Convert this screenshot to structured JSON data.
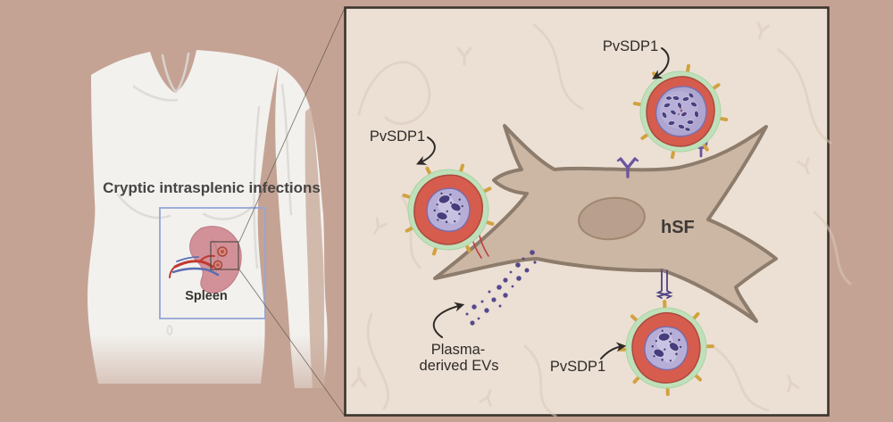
{
  "labels": {
    "title": "Cryptic intrasplenic infections",
    "spleen": "Spleen",
    "hsf_cell": "hSF",
    "pvsdp1_top": "PvSDP1",
    "pvsdp1_left": "PvSDP1",
    "pvsdp1_bottom": "PvSDP1",
    "evs_line1": "Plasma-",
    "evs_line2": "derived EVs"
  },
  "colors": {
    "background": "#c5a394",
    "panel_background": "#ece0d5",
    "panel_border": "#3a342d",
    "fibroblast_fill": "#ccb6a4",
    "fibroblast_outline": "#8d7c6b",
    "nucleus_fill": "#b89f8e",
    "infected_cell_red": "#d65c4e",
    "halo_green": "#bfe0ba",
    "spike_orange": "#d2a23f",
    "parasite_purple": "#b1a8d2",
    "parasite_nuclei": "#4a4180",
    "receptor_purple": "#6b55a1",
    "ev_dot_purple": "#57498c",
    "body_ivory": "#f2f1ee",
    "spleen_pink": "#d29198",
    "inset_outline_blue": "#93a5d8",
    "label_dark": "#3e3a36"
  }
}
